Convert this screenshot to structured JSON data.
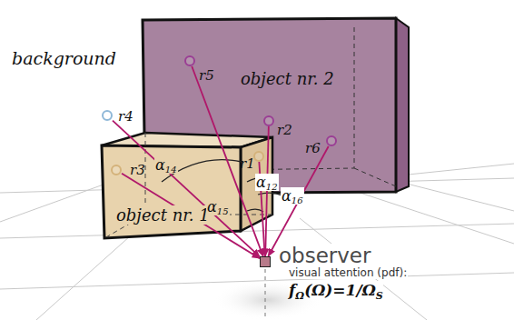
{
  "diagram": {
    "nodes": [
      {
        "text": [
          "object nr. 2"
        ]
      },
      {
        "text": [
          "object nr. 1"
        ]
      },
      {
        "text": [
          "r5"
        ],
        "in": 0
      },
      {
        "text": [
          "r4"
        ]
      },
      {
        "text": [
          "r2"
        ],
        "in": 0
      },
      {
        "text": [
          "r6"
        ],
        "in": 0
      },
      {
        "text": [
          "r3"
        ],
        "in": 1
      },
      {
        "text": [
          "r1"
        ]
      },
      {
        "text": [
          "observer"
        ]
      }
    ],
    "edges": [
      {
        "from": 2,
        "to": 8,
        "arrow": "to"
      },
      {
        "from": 3,
        "to": 8,
        "arrow": "to"
      },
      {
        "from": 4,
        "to": 8,
        "arrow": "to"
      },
      {
        "from": 5,
        "to": 8,
        "arrow": "to"
      },
      {
        "from": 6,
        "to": 8,
        "arrow": "to"
      },
      {
        "from": 7,
        "to": 8,
        "arrow": "to"
      }
    ],
    "labels": [
      "background",
      "visual attention (pdf):",
      "α",
      "14",
      "α",
      "12",
      "α",
      "15",
      "α",
      "16",
      "f",
      "Ω",
      "(Ω)=1/Ω",
      "S"
    ]
  }
}
